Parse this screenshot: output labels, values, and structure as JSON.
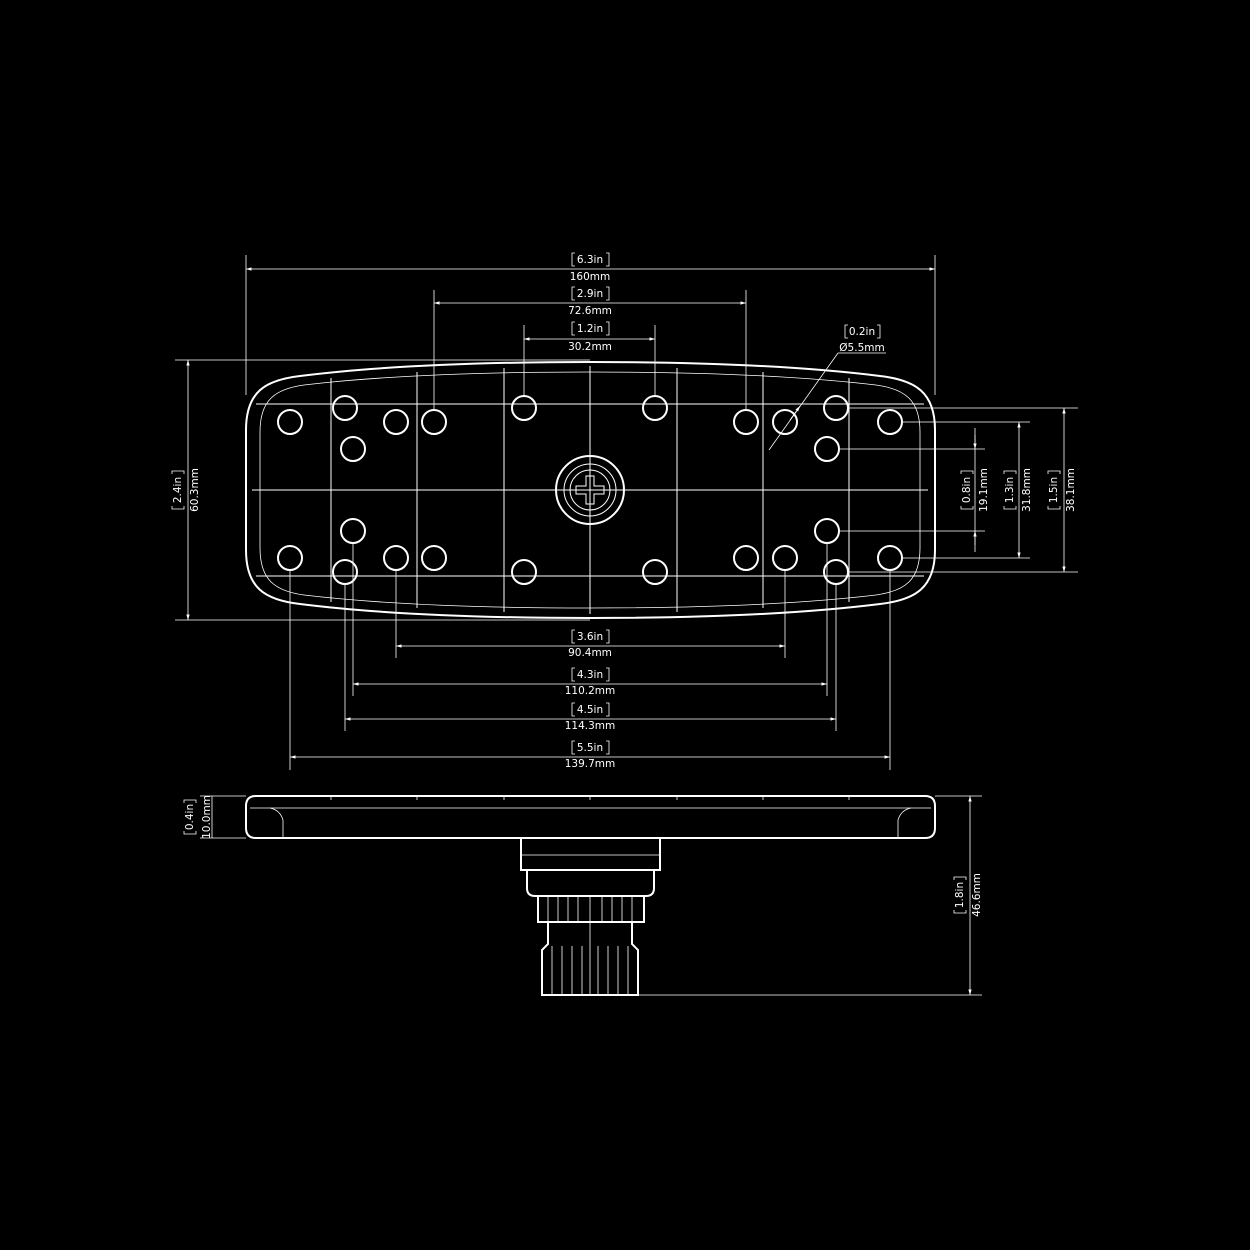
{
  "drawing": {
    "background": "#000000",
    "stroke": "#ffffff",
    "dims": {
      "overall_width": {
        "in": "6.3in",
        "mm": "160mm"
      },
      "inner_width": {
        "in": "2.9in",
        "mm": "72.6mm"
      },
      "center_width": {
        "in": "1.2in",
        "mm": "30.2mm"
      },
      "hole_diameter": {
        "in": "0.2in",
        "mm": "Ø5.5mm"
      },
      "overall_height": {
        "in": "2.4in",
        "mm": "60.3mm"
      },
      "v_spacing_a": {
        "in": "0.8in",
        "mm": "19.1mm"
      },
      "v_spacing_b": {
        "in": "1.3in",
        "mm": "31.8mm"
      },
      "v_spacing_c": {
        "in": "1.5in",
        "mm": "38.1mm"
      },
      "h_spacing_a": {
        "in": "3.6in",
        "mm": "90.4mm"
      },
      "h_spacing_b": {
        "in": "4.3in",
        "mm": "110.2mm"
      },
      "h_spacing_c": {
        "in": "4.5in",
        "mm": "114.3mm"
      },
      "h_spacing_d": {
        "in": "5.5in",
        "mm": "139.7mm"
      },
      "plate_thickness": {
        "in": "0.4in",
        "mm": "10.0mm"
      },
      "total_height": {
        "in": "1.8in",
        "mm": "46.6mm"
      }
    }
  }
}
